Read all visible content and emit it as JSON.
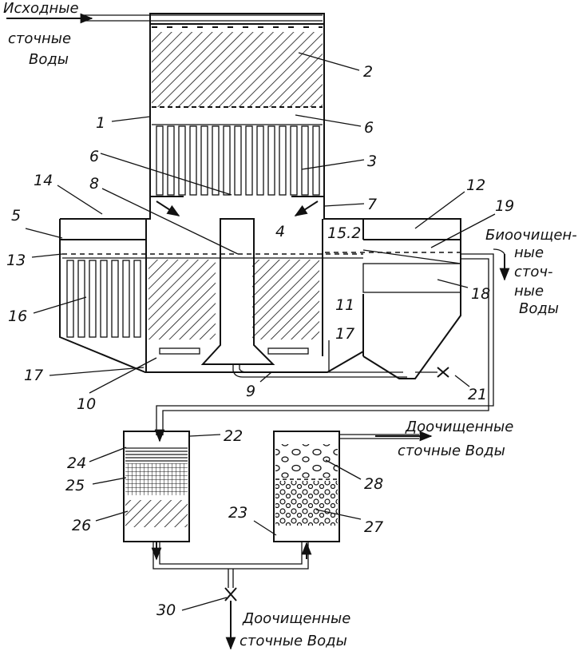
{
  "texts": {
    "inlet": [
      "Исходные",
      "сточные",
      "Воды"
    ],
    "bio_outlet": [
      "Биоочищен-",
      "ные",
      "сточ-",
      "ные",
      "Воды"
    ],
    "post_outlet_right": [
      "Доочищенные",
      "сточные Воды"
    ],
    "post_outlet_bottom": [
      "Доочищенные",
      "сточные Воды"
    ]
  },
  "labels": [
    "1",
    "2",
    "3",
    "4",
    "5",
    "6",
    "6",
    "7",
    "8",
    "9",
    "10",
    "11",
    "12",
    "13",
    "14",
    "15.2",
    "16",
    "17",
    "17",
    "18",
    "19",
    "21",
    "22",
    "23",
    "24",
    "25",
    "26",
    "27",
    "28",
    "30"
  ]
}
